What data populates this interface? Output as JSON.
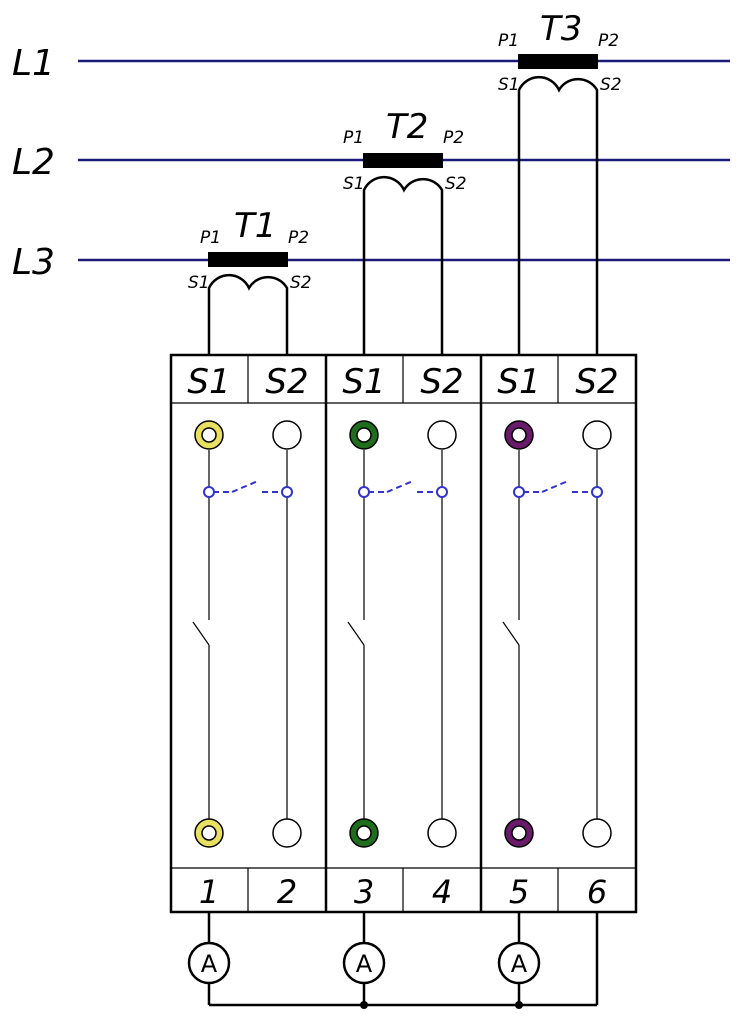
{
  "lines": [
    {
      "label": "L1"
    },
    {
      "label": "L2"
    },
    {
      "label": "L3"
    }
  ],
  "transformers": [
    {
      "label": "T1",
      "p1": "P1",
      "p2": "P2",
      "s1": "S1",
      "s2": "S2"
    },
    {
      "label": "T2",
      "p1": "P1",
      "p2": "P2",
      "s1": "S1",
      "s2": "S2"
    },
    {
      "label": "T3",
      "p1": "P1",
      "p2": "P2",
      "s1": "S1",
      "s2": "S2"
    }
  ],
  "terminal_block": {
    "headers": [
      "S1",
      "S2",
      "S1",
      "S2",
      "S1",
      "S2"
    ],
    "numbers": [
      "1",
      "2",
      "3",
      "4",
      "5",
      "6"
    ]
  },
  "ammeters": [
    {
      "label": "A"
    },
    {
      "label": "A"
    },
    {
      "label": "A"
    }
  ],
  "colors": {
    "line": "#1a1a7a",
    "dashed": "#3333cc",
    "phase1": "#e8e060",
    "phase2": "#1e6e1e",
    "phase3": "#6a1a6a",
    "ink": "#000000"
  }
}
